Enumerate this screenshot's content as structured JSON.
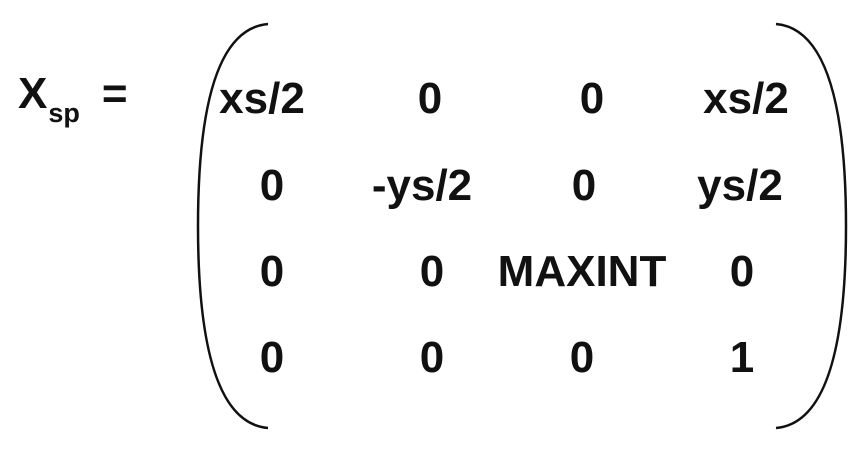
{
  "equation": {
    "lhs_symbol": "X",
    "lhs_subscript": "sp",
    "equals": "="
  },
  "matrix": {
    "rows": [
      [
        "xs/2",
        "0",
        "0",
        "xs/2"
      ],
      [
        "0",
        "-ys/2",
        "0",
        "ys/2"
      ],
      [
        "0",
        "0",
        "MAXINT",
        "0"
      ],
      [
        "0",
        "0",
        "0",
        "1"
      ]
    ]
  }
}
